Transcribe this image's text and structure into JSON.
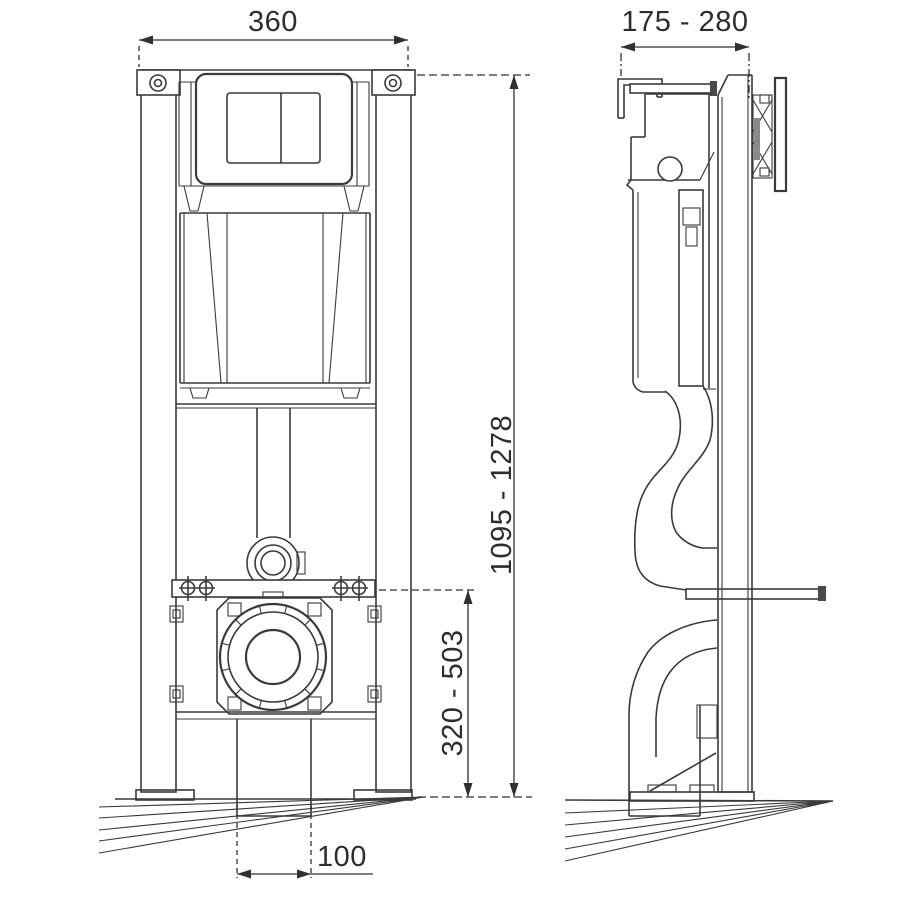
{
  "diagram": {
    "subject": "wall-hung WC installation frame with concealed cistern",
    "view_front": "front elevation",
    "view_side": "side elevation",
    "line_color": "#3a3a3a",
    "dimension_color": "#2d2d2d",
    "background": "#ffffff"
  },
  "dimensions": {
    "frame_width": {
      "label": "360",
      "measures": "frame width"
    },
    "wall_distance": {
      "label": "175 - 280",
      "measures": "adjustable wall bracket depth"
    },
    "frame_height": {
      "label": "1095 - 1278",
      "measures": "overall frame height"
    },
    "outlet_height": {
      "label": "320 - 503",
      "measures": "fixing bar height above floor"
    },
    "outlet_offset": {
      "label": "100",
      "measures": "outlet duct width"
    }
  }
}
